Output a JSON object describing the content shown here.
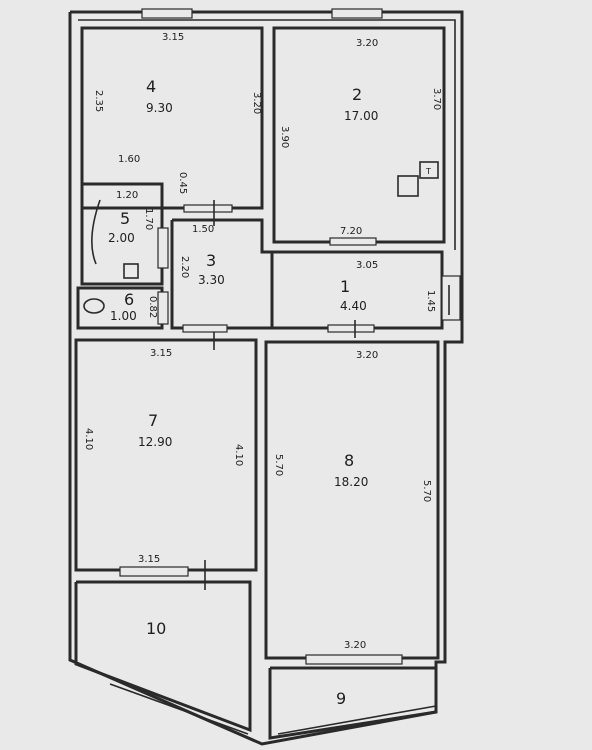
{
  "rooms": [
    {
      "id": "r4",
      "number": "4",
      "area": "9.30"
    },
    {
      "id": "r2",
      "number": "2",
      "area": "17.00"
    },
    {
      "id": "r5",
      "number": "5",
      "area": "2.00"
    },
    {
      "id": "r3",
      "number": "3",
      "area": "3.30"
    },
    {
      "id": "r1",
      "number": "1",
      "area": "4.40"
    },
    {
      "id": "r6",
      "number": "6",
      "area": "1.00"
    },
    {
      "id": "r7",
      "number": "7",
      "area": "12.90"
    },
    {
      "id": "r8",
      "number": "8",
      "area": "18.20"
    },
    {
      "id": "r10",
      "number": "10",
      "area": ""
    },
    {
      "id": "r9",
      "number": "9",
      "area": ""
    }
  ],
  "dimensions": {
    "top_left_width": "3.15",
    "top_right_width": "3.20",
    "r4_left": "2.35",
    "r4_right": "3.20",
    "r4_bottom": "1.60",
    "r4_small": "0.45",
    "r2_left": "3.90",
    "r2_right": "3.70",
    "r2_bottom": "7.20",
    "r5_top": "1.20",
    "r5_side": "1.70",
    "r3_top": "1.50",
    "r3_left": "2.20",
    "r1_top": "3.05",
    "r1_right": "1.45",
    "r6_side": "0.82",
    "r7_top": "3.15",
    "r7_left": "4.10",
    "r7_right": "4.10",
    "r7_bottom": "3.15",
    "r8_top": "3.20",
    "r8_left": "5.70",
    "r8_right": "5.70",
    "r8_bottom": "3.20"
  },
  "fixtures": {
    "r2_sink_label": "T"
  }
}
